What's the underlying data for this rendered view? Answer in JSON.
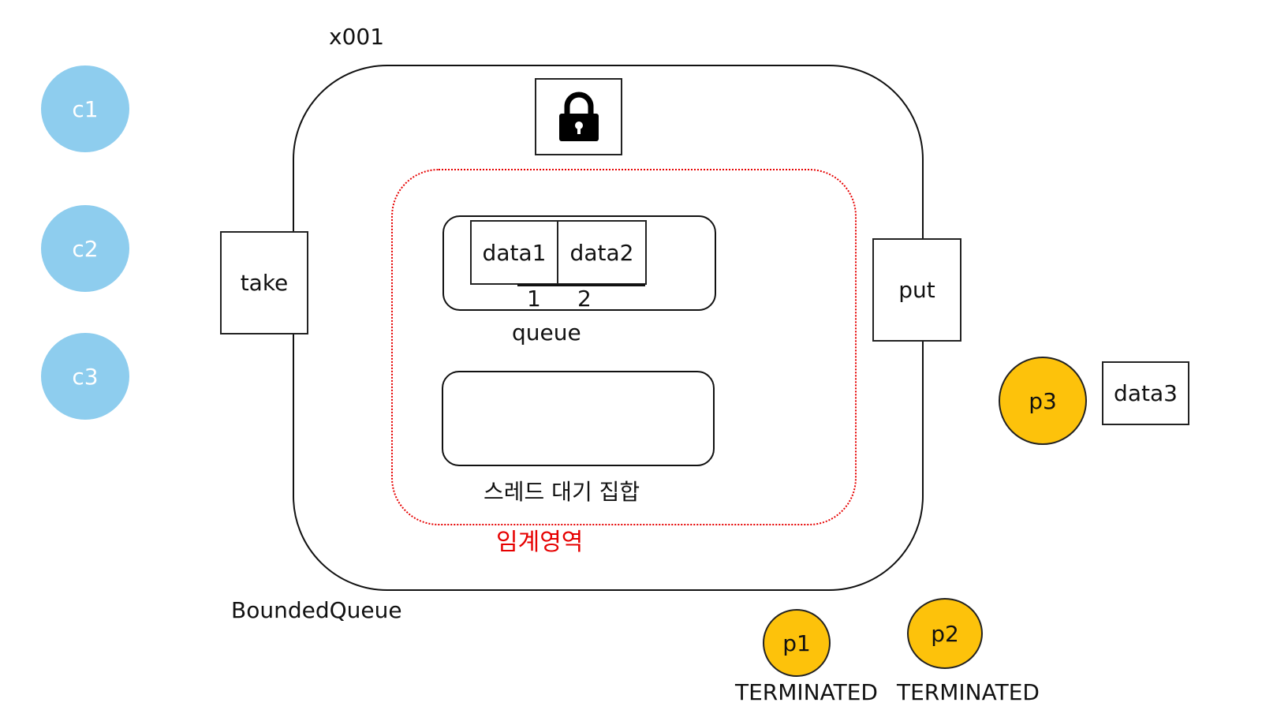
{
  "diagram": {
    "object_ref": "x001",
    "object_name": "BoundedQueue",
    "critical_section_label": "임계영역",
    "lock_icon": "lock-icon",
    "methods": {
      "take": "take",
      "put": "put"
    },
    "queue": {
      "label": "queue",
      "items": [
        "data1",
        "data2"
      ],
      "indices": [
        "1",
        "2"
      ]
    },
    "wait_set": {
      "label": "스레드 대기 집합"
    },
    "consumers": [
      {
        "name": "c1"
      },
      {
        "name": "c2"
      },
      {
        "name": "c3"
      }
    ],
    "producers": [
      {
        "name": "p1",
        "status": "TERMINATED"
      },
      {
        "name": "p2",
        "status": "TERMINATED"
      },
      {
        "name": "p3",
        "data": "data3"
      }
    ],
    "colors": {
      "consumer": "#8ecdee",
      "producer": "#fdc20b",
      "critical_section": "#e60000"
    }
  }
}
